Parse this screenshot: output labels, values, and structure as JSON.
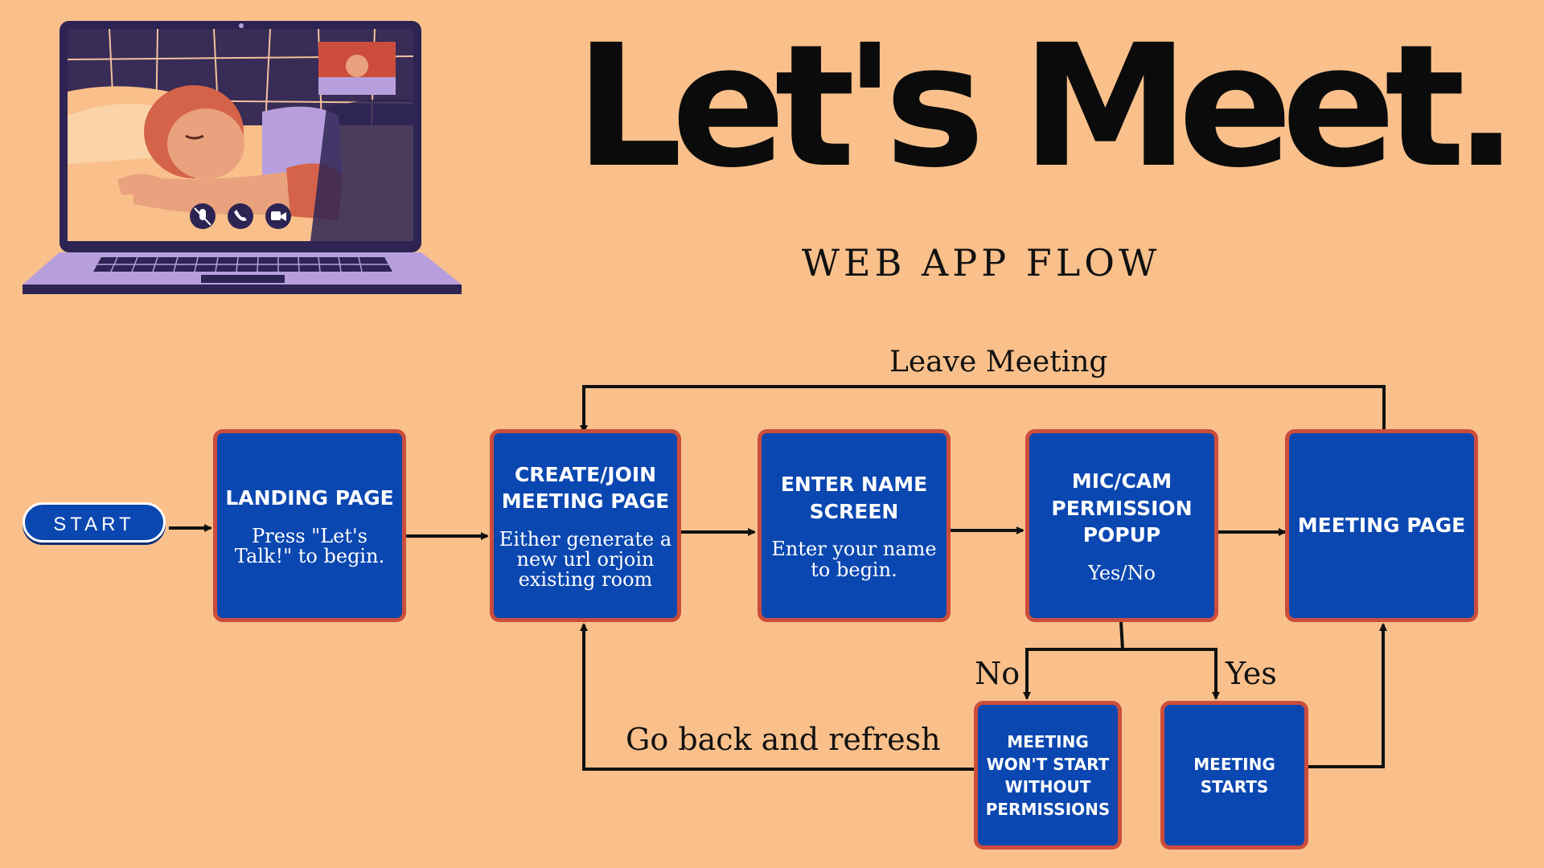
{
  "title": "Let's Meet.",
  "subtitle": "WEB APP FLOW",
  "start_label": "START",
  "boxes": {
    "landing": {
      "title": "LANDING PAGE",
      "body": "Press \"Let's Talk!\" to begin."
    },
    "create_join": {
      "title": "CREATE/JOIN MEETING PAGE",
      "body": "Either generate a new url orjoin existing room"
    },
    "enter_name": {
      "title": "ENTER NAME SCREEN",
      "body": "Enter your name to begin."
    },
    "permission": {
      "title": "MIC/CAM PERMISSION POPUP",
      "body": "Yes/No"
    },
    "meeting": {
      "title": "MEETING PAGE"
    },
    "no_start": {
      "title": "MEETING WON'T START WITHOUT PERMISSIONS"
    },
    "starts": {
      "title": "MEETING STARTS"
    }
  },
  "edge_labels": {
    "leave": "Leave Meeting",
    "go_back": "Go back and refresh",
    "no": "No",
    "yes": "Yes"
  },
  "colors": {
    "background": "#f9c08b",
    "box_fill": "#0b47b0",
    "box_border": "#cc4d3c",
    "laptop_frame": "#2e2453",
    "laptop_base": "#b79fdd"
  },
  "laptop_icons": [
    "mic-off-icon",
    "phone-icon",
    "video-icon"
  ]
}
